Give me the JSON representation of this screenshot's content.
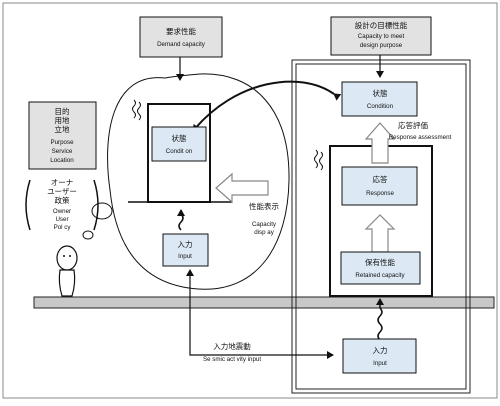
{
  "demand": {
    "jp": "要求性能",
    "en": "Demand capacity"
  },
  "design": {
    "jp": "設計の目標性能",
    "en_line1": "Capacity to meet",
    "en_line2": "design purpose"
  },
  "purpose": {
    "jp_line1": "目的",
    "jp_line2": "用地",
    "jp_line3": "立地",
    "en_line1": "Purpose",
    "en_line2": "Service",
    "en_line3": "Location"
  },
  "owner": {
    "jp_line1": "オーナ",
    "jp_line2": "ユーザー",
    "jp_line3": "政策",
    "en_line1": "Owner",
    "en_line2": "User",
    "en_line3": "Pol cy"
  },
  "condition_left": {
    "jp": "状態",
    "en": "Condit on"
  },
  "input_left": {
    "jp": "入力",
    "en": "Input"
  },
  "capacity_display": {
    "jp": "性能表示",
    "en_line1": "Capacity",
    "en_line2": "disp ay"
  },
  "condition_right": {
    "jp": "状態",
    "en": "Condition"
  },
  "response_assessment": {
    "jp": "応答評価",
    "en": "Response assessment"
  },
  "response": {
    "jp": "応答",
    "en": "Response"
  },
  "retained": {
    "jp": "保有性能",
    "en": "Retained capacity"
  },
  "seismic": {
    "jp": "入力地震動",
    "en": "Se smic act vity input"
  },
  "input_right": {
    "jp": "入力",
    "en": "Input"
  },
  "colors": {
    "box_fill": "#dce9f5",
    "label_fill": "#e2e2e2",
    "ground_fill": "#c8c8c8",
    "gray_arrow": "#a9a9a9",
    "ink": "#111111"
  }
}
